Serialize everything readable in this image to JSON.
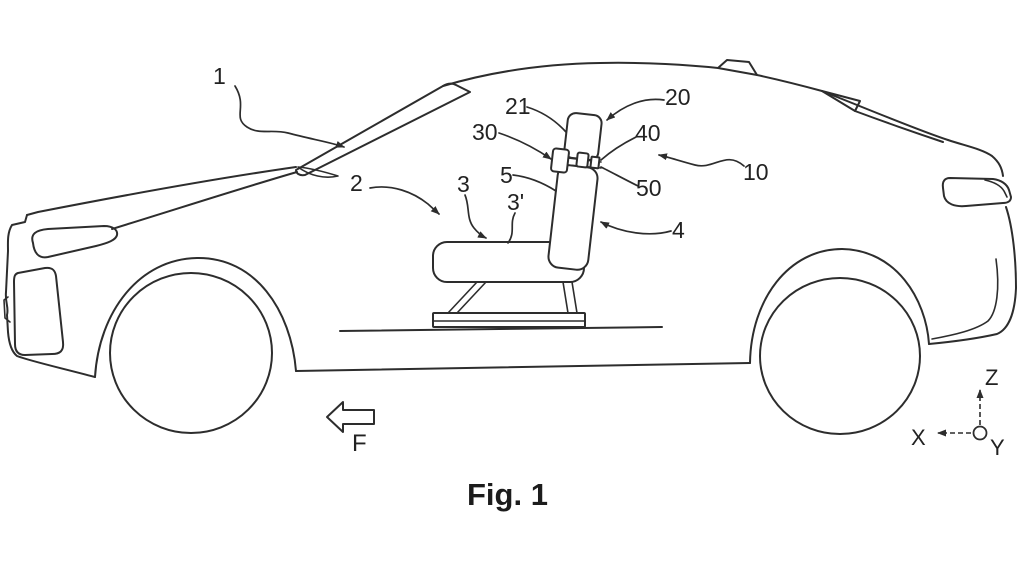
{
  "figure": {
    "caption": "Fig. 1"
  },
  "force_arrow": {
    "label": "F"
  },
  "coordinate_axes": {
    "x": "X",
    "y": "Y",
    "z": "Z"
  },
  "reference_numerals": [
    {
      "ref": "1"
    },
    {
      "ref": "2"
    },
    {
      "ref": "3"
    },
    {
      "ref": "3'"
    },
    {
      "ref": "5"
    },
    {
      "ref": "4"
    },
    {
      "ref": "10"
    },
    {
      "ref": "20"
    },
    {
      "ref": "21"
    },
    {
      "ref": "30"
    },
    {
      "ref": "40"
    },
    {
      "ref": "50"
    }
  ],
  "colors": {
    "line": "#2d2d2d",
    "background": "#ffffff"
  }
}
